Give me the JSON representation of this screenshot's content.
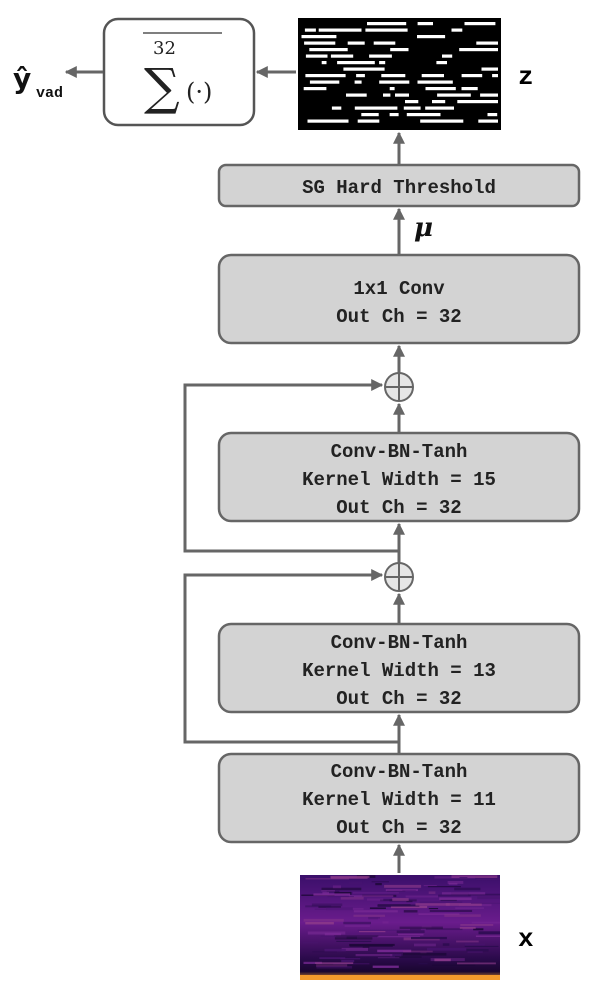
{
  "input_label": "x",
  "output_label": "z",
  "vad_label": {
    "symbol": "ŷ",
    "subscript": "vad"
  },
  "mu_label": "μ",
  "sum_block": {
    "superscript": "32",
    "operator": "∑",
    "argument": "(·)"
  },
  "blocks": {
    "conv1": {
      "line1": "Conv-BN-Tanh",
      "line2": "Kernel Width = 11",
      "line3": "Out Ch = 32"
    },
    "conv2": {
      "line1": "Conv-BN-Tanh",
      "line2": "Kernel Width = 13",
      "line3": "Out Ch = 32"
    },
    "conv3": {
      "line1": "Conv-BN-Tanh",
      "line2": "Kernel Width = 15",
      "line3": "Out Ch = 32"
    },
    "conv1x1": {
      "line1": "1x1 Conv",
      "line2": "Out Ch = 32"
    },
    "threshold": {
      "line1": "SG Hard Threshold"
    }
  },
  "colors": {
    "box_fill": "#d3d3d3",
    "box_stroke": "#666666",
    "arrow": "#666666",
    "spectrogram_dark": "#2b0f54",
    "spectrogram_mid": "#5c1a8a",
    "spectrogram_hot": "#f4a32d",
    "mask_bg": "#000000",
    "mask_fg": "#ffffff"
  }
}
